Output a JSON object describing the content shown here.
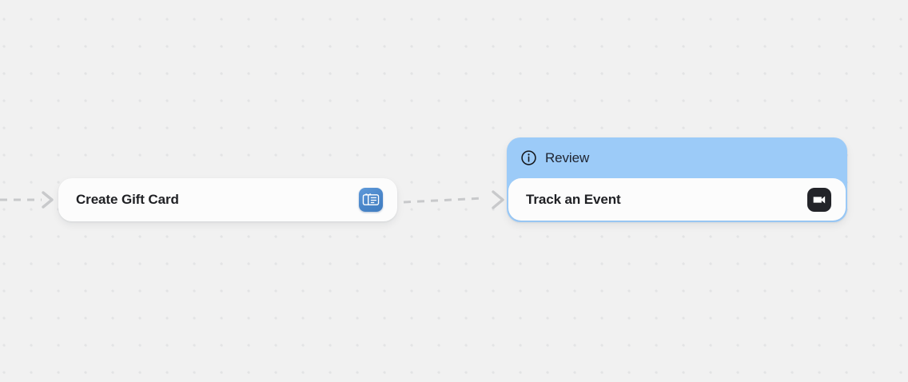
{
  "canvas": {
    "background_color": "#f1f1f1",
    "dot_color": "#e3e4e5"
  },
  "flow": {
    "connectors": [
      {
        "name": "connector-start-to-create-gift-card",
        "color": "#c8c9cb"
      },
      {
        "name": "connector-create-gift-card-to-review",
        "color": "#c8c9cb"
      }
    ],
    "nodes": [
      {
        "id": "create-gift-card",
        "title": "Create Gift Card",
        "icon": "gift-card-icon",
        "icon_color": "#4a86c9",
        "card_color": "#fcfcfc"
      },
      {
        "id": "review-group",
        "group_label": "Review",
        "group_icon": "info-circle-icon",
        "group_color": "#9ccbf8",
        "title": "Track an Event",
        "icon": "event-ticket-icon",
        "icon_color": "#232429",
        "card_color": "#fcfcfc"
      }
    ]
  }
}
